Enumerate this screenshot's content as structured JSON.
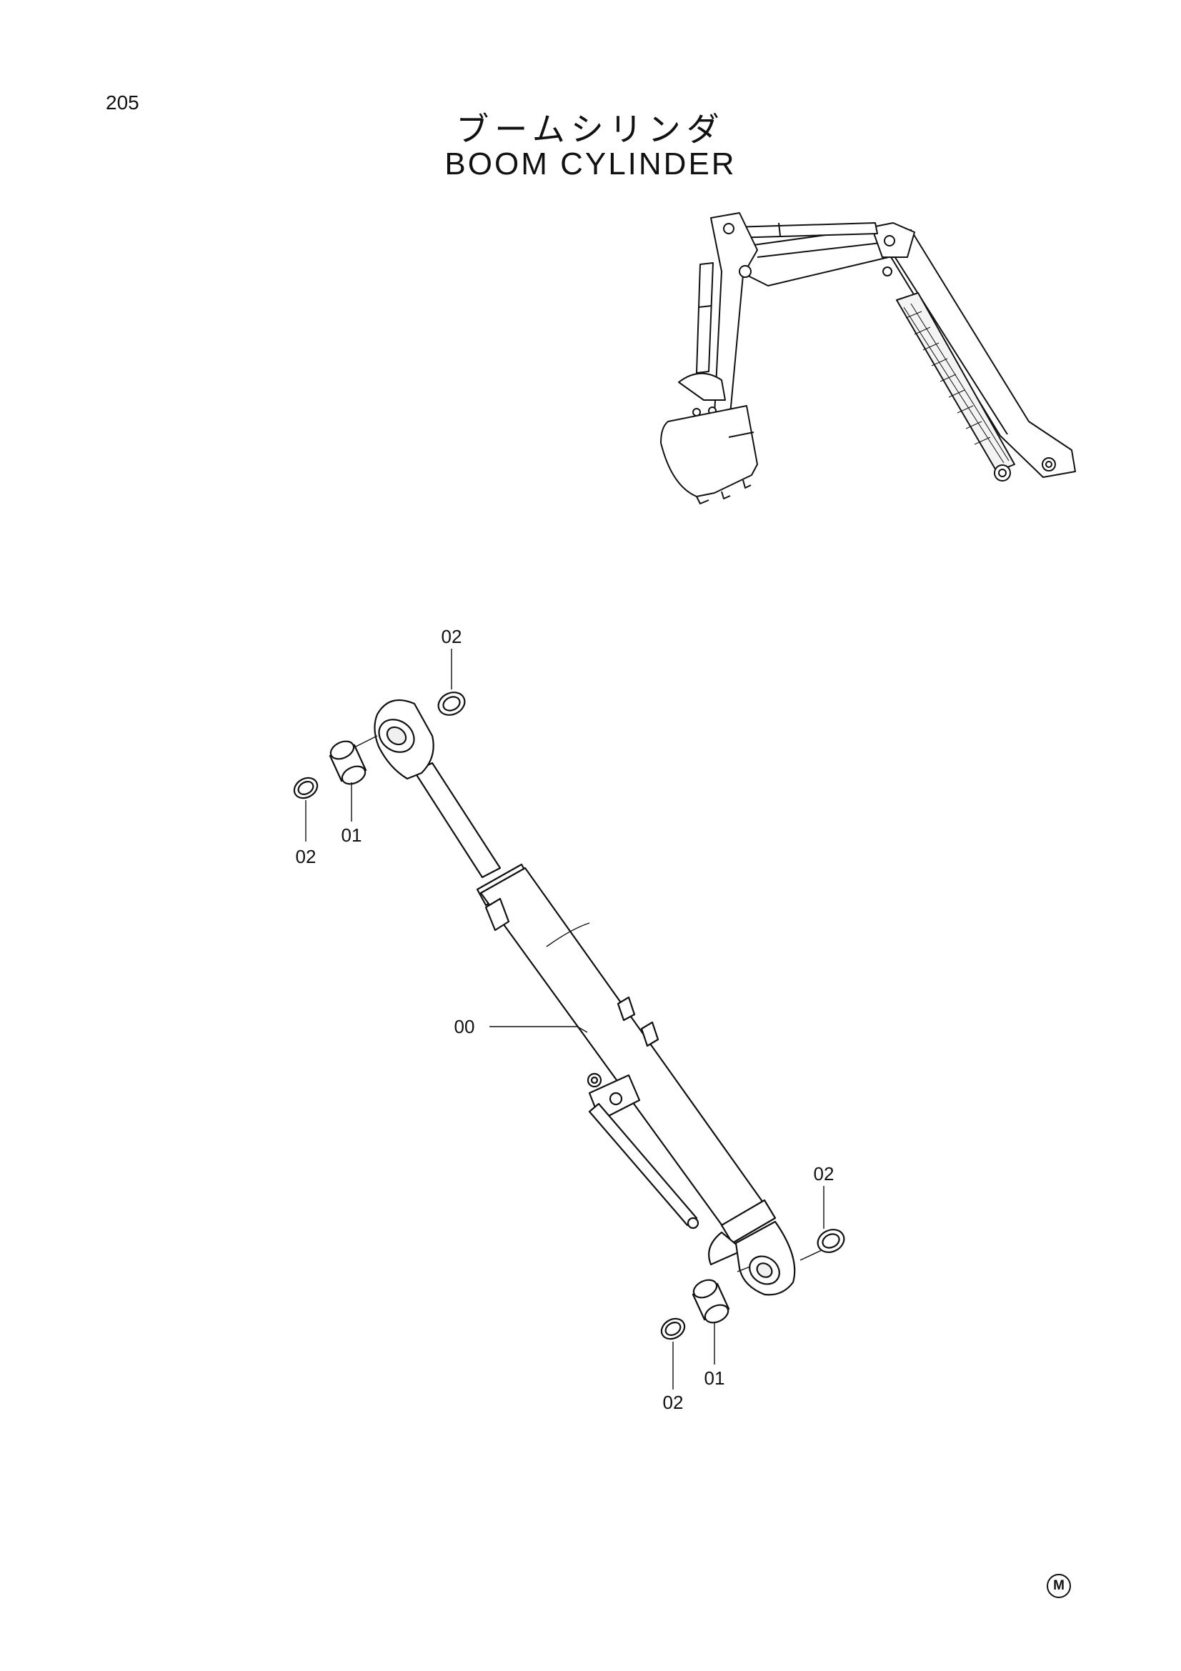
{
  "page": {
    "number": "205",
    "title_jp": "ブームシリンダ",
    "title_en": "BOOM CYLINDER",
    "mark": "M"
  },
  "callouts": {
    "cylinder": "00",
    "bushing_top": "01",
    "seal_top_right": "02",
    "seal_top_left": "02",
    "seal_bottom_right": "02",
    "bushing_bottom": "01",
    "seal_bottom_left": "02"
  }
}
